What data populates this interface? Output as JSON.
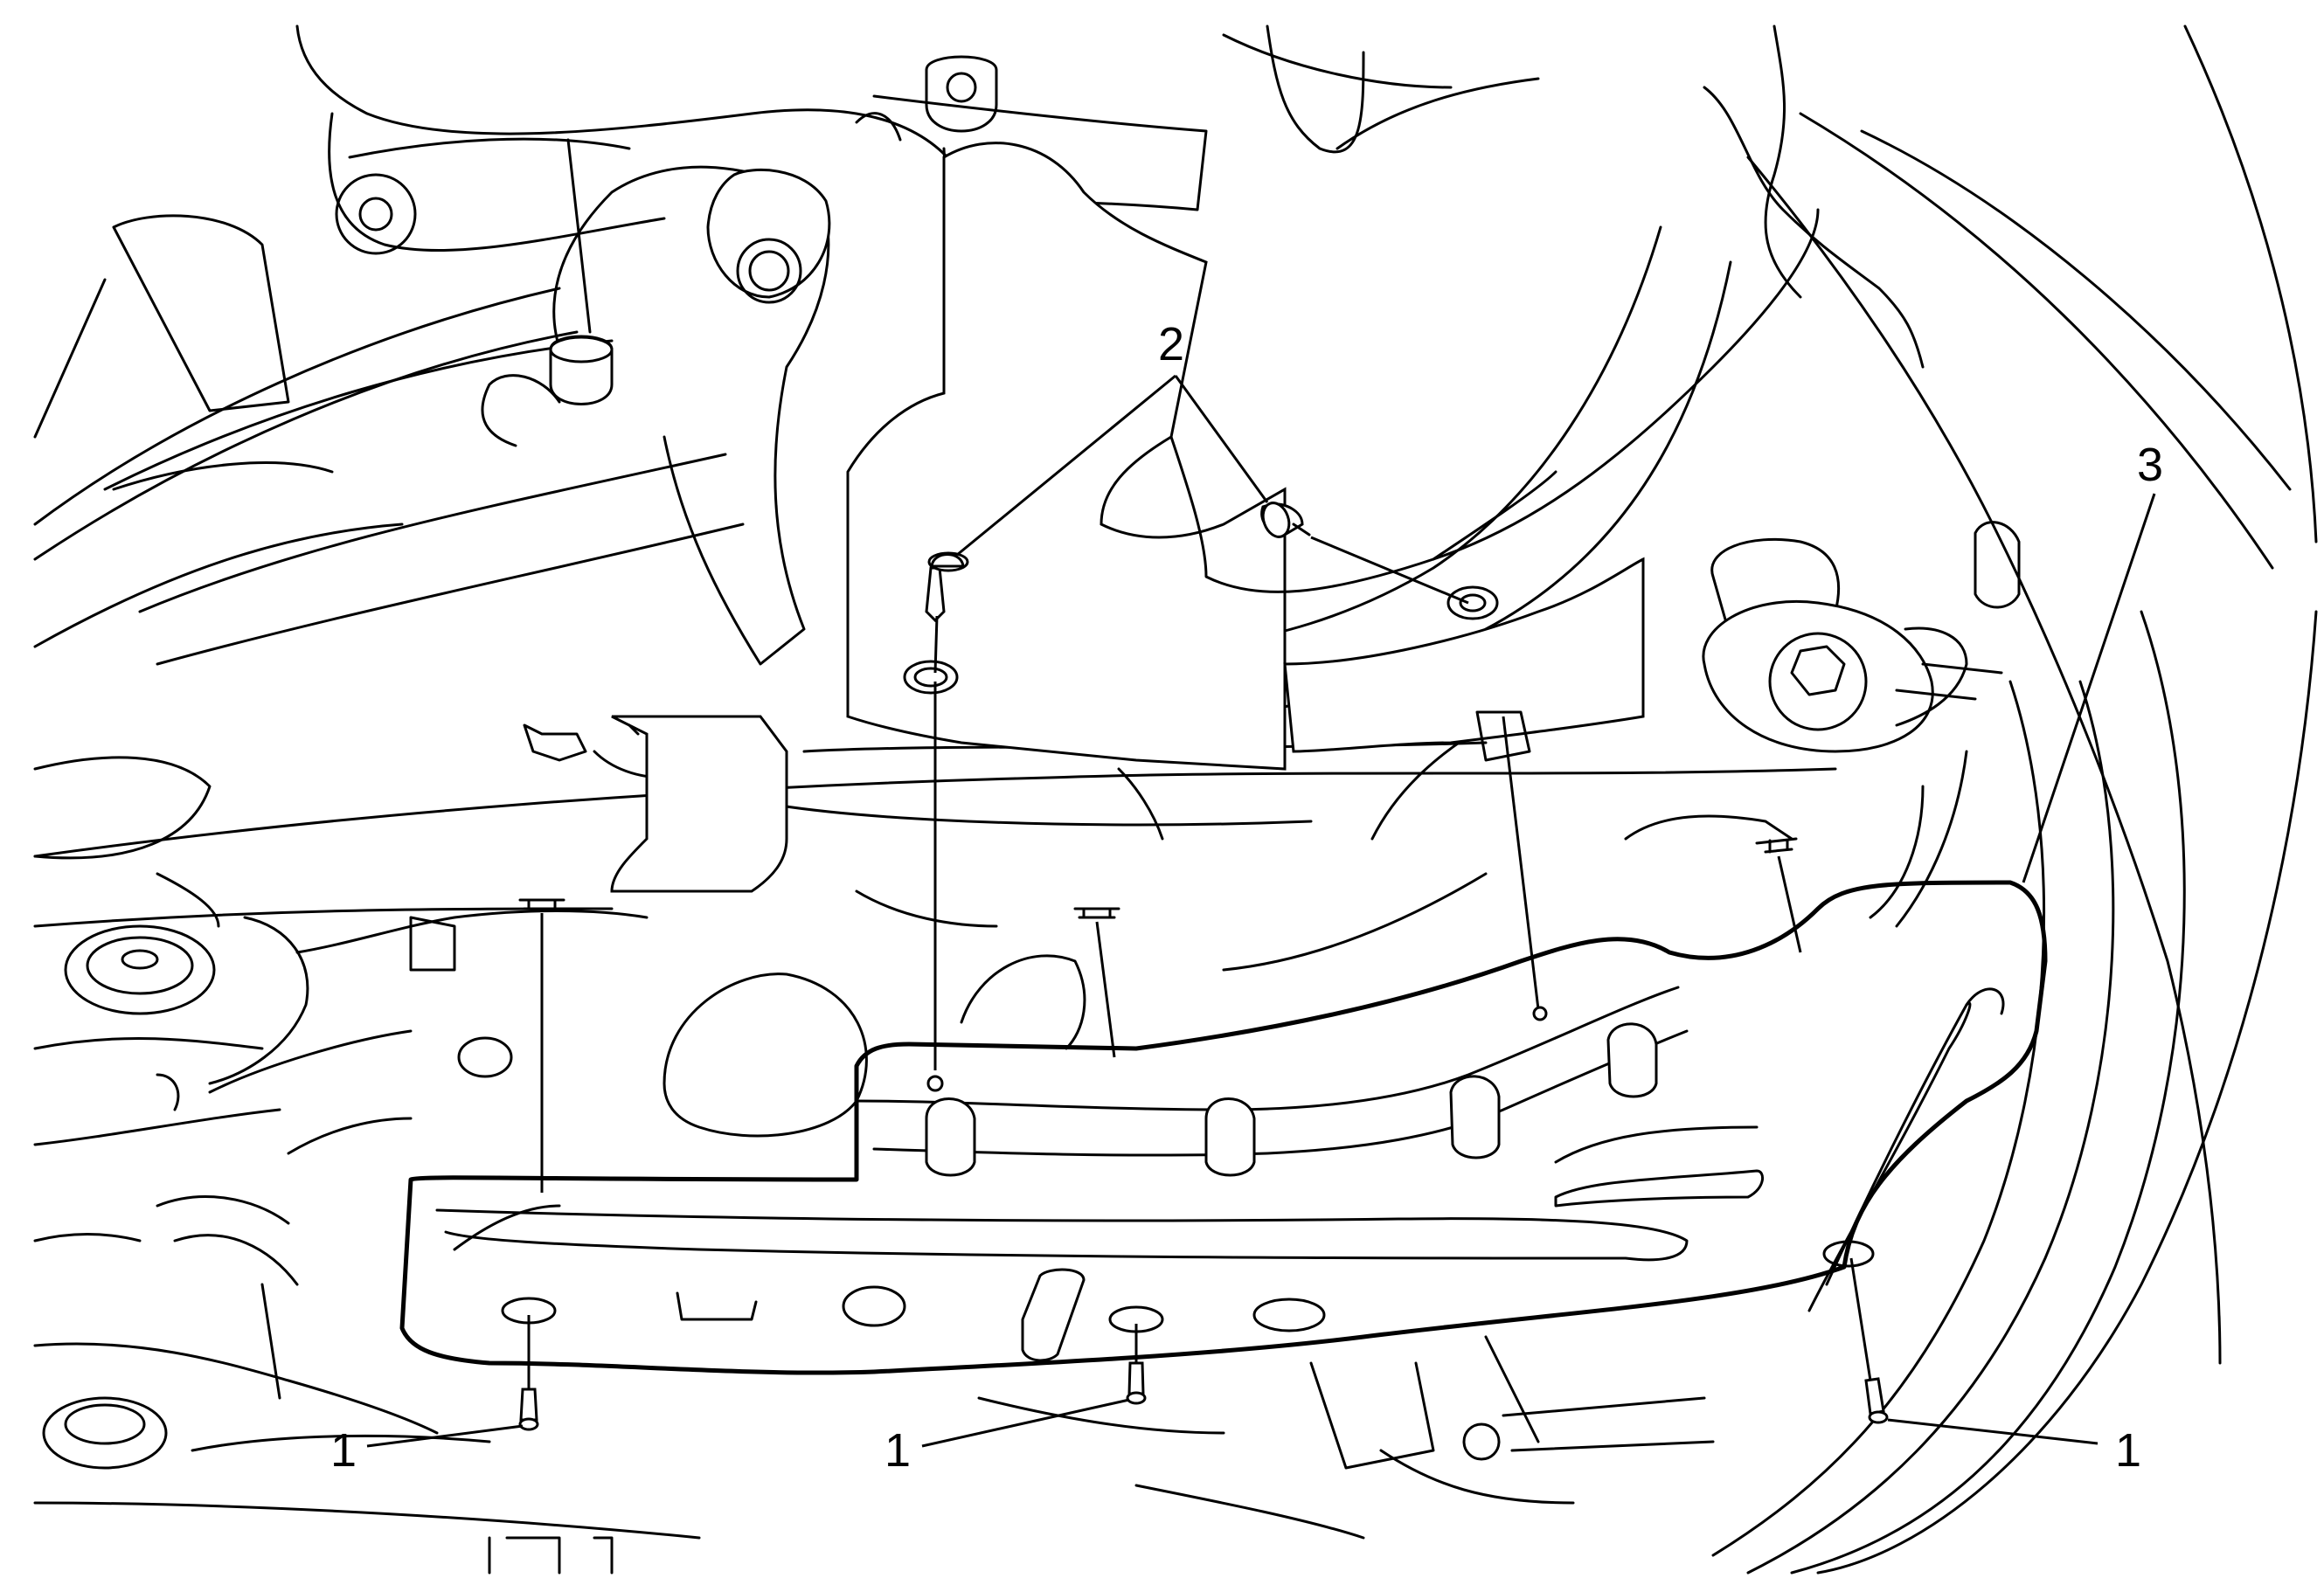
{
  "callouts": {
    "fastener_1a": "1",
    "fastener_1b": "1",
    "fastener_1c": "1",
    "fastener_2": "2",
    "shield_3": "3"
  },
  "colors": {
    "line": "#000000",
    "background": "#ffffff"
  }
}
